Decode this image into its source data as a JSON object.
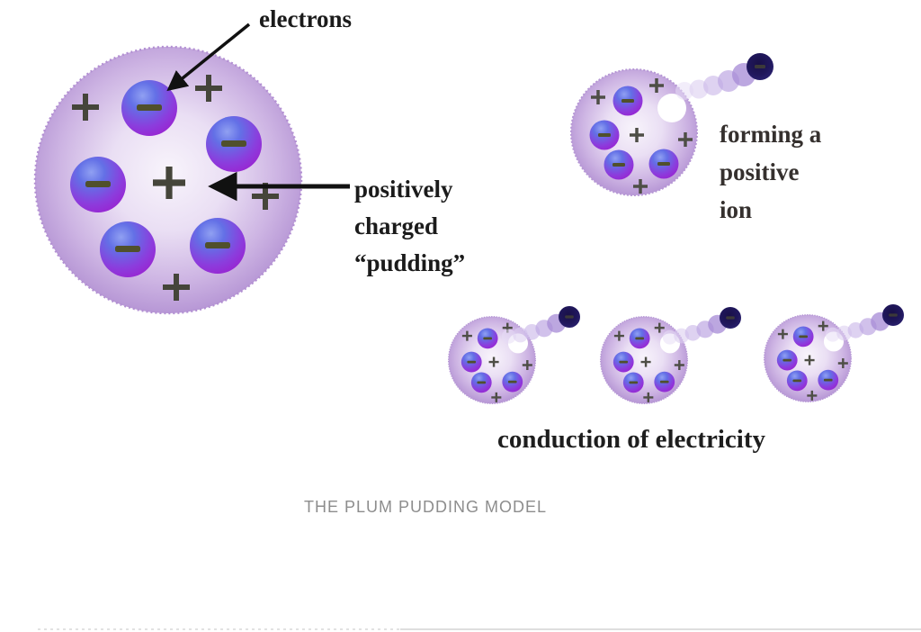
{
  "labels": {
    "electrons": "electrons",
    "pudding": [
      "positively",
      "charged",
      "“pudding”"
    ],
    "forming_ion": [
      "forming a",
      "positive",
      "ion"
    ],
    "conduction": "conduction of electricity",
    "caption": "THE PLUM PUDDING MODEL"
  },
  "diagram": {
    "big_atom": {
      "electron_count": 5,
      "plus_sign_count": 5
    },
    "forming_ion_atom": {
      "electron_count": 4,
      "plus_sign_count": 5,
      "vacancy_count": 1,
      "escaping_electron_count": 1
    },
    "conduction_atoms": {
      "count": 3,
      "electron_count_each": 4,
      "plus_sign_count_each": 5,
      "vacancy_count_each": 1,
      "escaping_electron_count_each": 1
    }
  },
  "colors": {
    "background": "#ffffff",
    "atom_body_edge": "#b392d3",
    "atom_body_center": "#f8f4fb",
    "electron_blue": "#636fe6",
    "electron_purple": "#9a22d0",
    "minus_sign": "#50502c",
    "plus_sign": "#4b4b3e",
    "escaping_electron": "#221a6e",
    "electron_trail": "#c3abe7",
    "vacancy": "#ffffff",
    "label_text": "#1b1b1b",
    "caption_text": "#8d8d8d",
    "arrow": "#111111"
  }
}
